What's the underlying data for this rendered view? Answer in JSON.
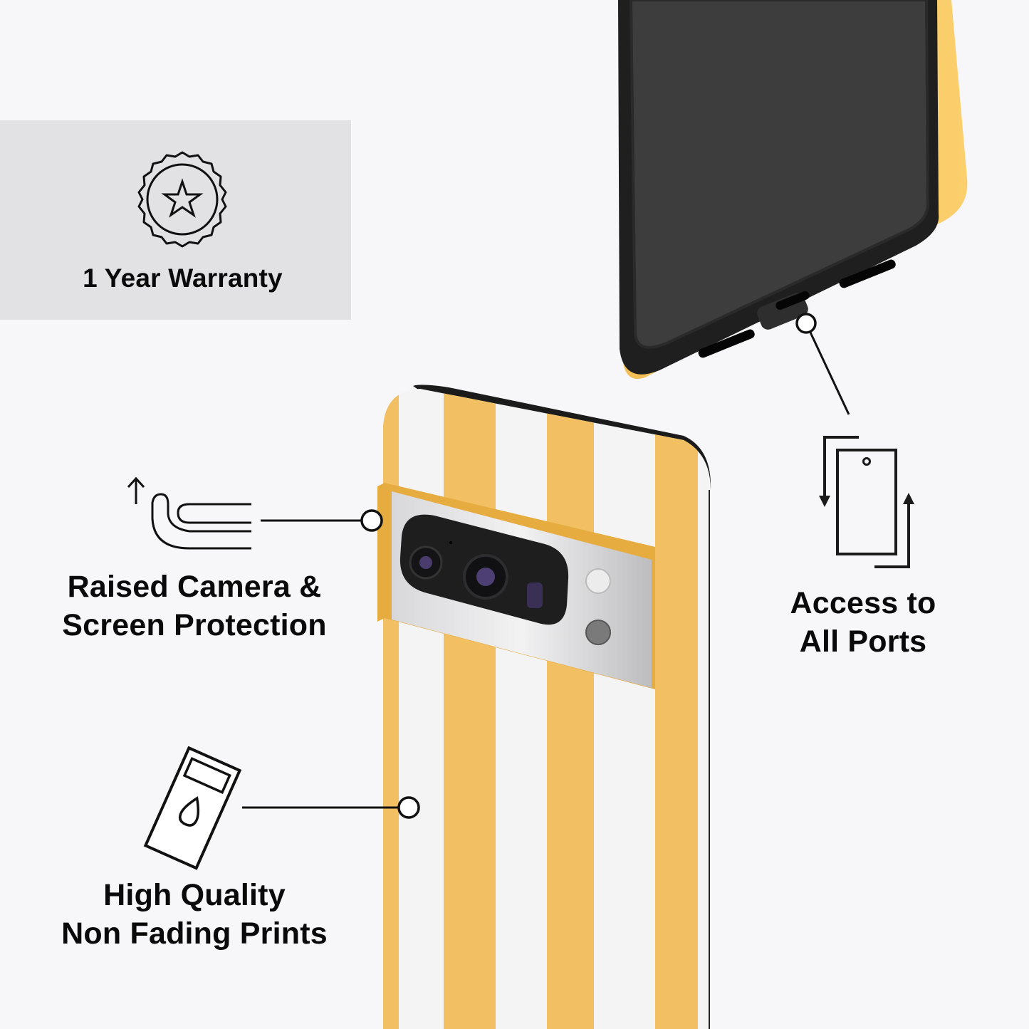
{
  "features": {
    "warranty": {
      "label": "1 Year Warranty",
      "icon": "badge-star-icon"
    },
    "camera": {
      "line1": "Raised Camera &",
      "line2": "Screen Protection",
      "icon": "raised-edge-icon"
    },
    "ports": {
      "line1": "Access to",
      "line2": "All Ports",
      "icon": "phone-rotate-icon"
    },
    "prints": {
      "line1": "High Quality",
      "line2": "Non Fading Prints",
      "icon": "ink-cartridge-icon"
    }
  },
  "colors": {
    "background": "#f7f7f9",
    "panel": "#e2e2e4",
    "stripe_yellow": "#f2c063",
    "stripe_white": "#f4f4f5",
    "bumper_black": "#1c1c1c",
    "screen": "#3d3d3d",
    "text": "#0a0a0a"
  }
}
